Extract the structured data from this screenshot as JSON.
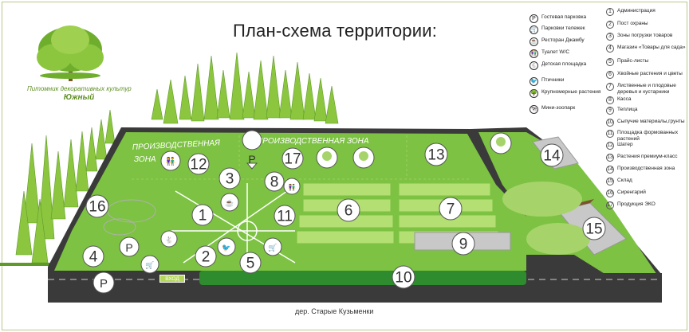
{
  "title": "План-схема территории:",
  "logo": {
    "line1": "Питомник декоративных культур",
    "line2": "Южный"
  },
  "zones": {
    "production_left_1": "ПРОИЗВОДСТВЕННАЯ",
    "production_left_2": "ЗОНА",
    "production_top": "ПРОИЗВОДСТВЕННАЯ ЗОНА"
  },
  "entrance": "ВХОД",
  "village": "дер. Старые Кузьменки",
  "map_numbers": [
    "1",
    "2",
    "3",
    "4",
    "5",
    "6",
    "7",
    "8",
    "9",
    "10",
    "11",
    "12",
    "13",
    "14",
    "15",
    "16",
    "17"
  ],
  "legend_icons": [
    {
      "icon": "parking-icon",
      "glyph": "P",
      "label": "Гостевая парковка"
    },
    {
      "icon": "cart-icon",
      "glyph": "🛒",
      "label": "Парковки тележек"
    },
    {
      "icon": "restaurant-icon",
      "glyph": "☕",
      "label": "Ресторан Джамбу"
    },
    {
      "icon": "toilet-icon",
      "glyph": "👫",
      "label": "Туалет W/C"
    },
    {
      "icon": "playground-icon",
      "glyph": "🐇",
      "label": "Детская площадка"
    },
    {
      "icon": "bird-icon",
      "glyph": "🐦",
      "label": "Птичники"
    },
    {
      "icon": "tree-icon",
      "glyph": "🌳",
      "label": "Крупномерные растения"
    },
    {
      "icon": "zoo-icon",
      "glyph": "🐄",
      "label": "Мини-зоопарк"
    }
  ],
  "legend_numbered": [
    {
      "num": "1",
      "label": "Администрация"
    },
    {
      "num": "2",
      "label": "Пост охраны"
    },
    {
      "num": "3",
      "label": "Зоны погрузки товаров"
    },
    {
      "num": "4",
      "label": "Магазин «Товары для сада»"
    },
    {
      "num": "5",
      "label": "Прайс-листы"
    },
    {
      "num": "6",
      "label": "Хвойные растения и цветы"
    },
    {
      "num": "7",
      "label": "Лиственные и плодовые деревья и кустарники"
    },
    {
      "num": "8",
      "label": "Касса"
    },
    {
      "num": "9",
      "label": "Теплица"
    },
    {
      "num": "10",
      "label": "Сыпучие материалы,грунты"
    },
    {
      "num": "11",
      "label": "Площадка формованных растений"
    },
    {
      "num": "12",
      "label": "Шатер"
    },
    {
      "num": "13",
      "label": "Растения премиум-класс"
    },
    {
      "num": "14",
      "label": "Производственная зона"
    },
    {
      "num": "15",
      "label": "Склад"
    },
    {
      "num": "16",
      "label": "Сиренгарий"
    },
    {
      "num": "17",
      "label": "Продукция ЭКО"
    }
  ],
  "colors": {
    "grass": "#7dc242",
    "grass_light": "#a6d46a",
    "road": "#3a3a3a",
    "tree": "#8cc63f",
    "tree_dark": "#5e9a2a",
    "accent": "#5e8f22"
  }
}
